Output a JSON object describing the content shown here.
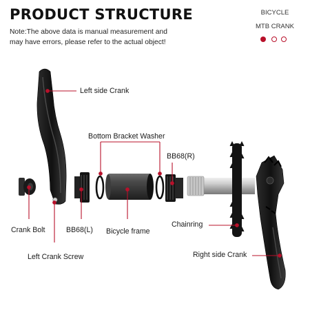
{
  "header": {
    "title": "PRODUCT STRUCTURE",
    "note_line1": "Note:The above data is manual measurement and",
    "note_line2": "may have errors, please refer to the actual object!",
    "brand_line1": "BICYCLE",
    "brand_line2": "MTB CRANK"
  },
  "carousel": {
    "dot_count": 3,
    "active_index": 0
  },
  "colors": {
    "accent": "#b8102a",
    "part": "#1b1b1b",
    "metal": "#b9b9b9"
  },
  "labels": {
    "left_crank": "Left side Crank",
    "washer": "Bottom Bracket Washer",
    "bb_right": "BB68(R)",
    "crank_bolt": "Crank Bolt",
    "bb_left": "BB68(L)",
    "frame": "Bicycle frame",
    "chainring": "Chainring",
    "left_screw": "Left Crank Screw",
    "right_crank": "Right side Crank"
  }
}
